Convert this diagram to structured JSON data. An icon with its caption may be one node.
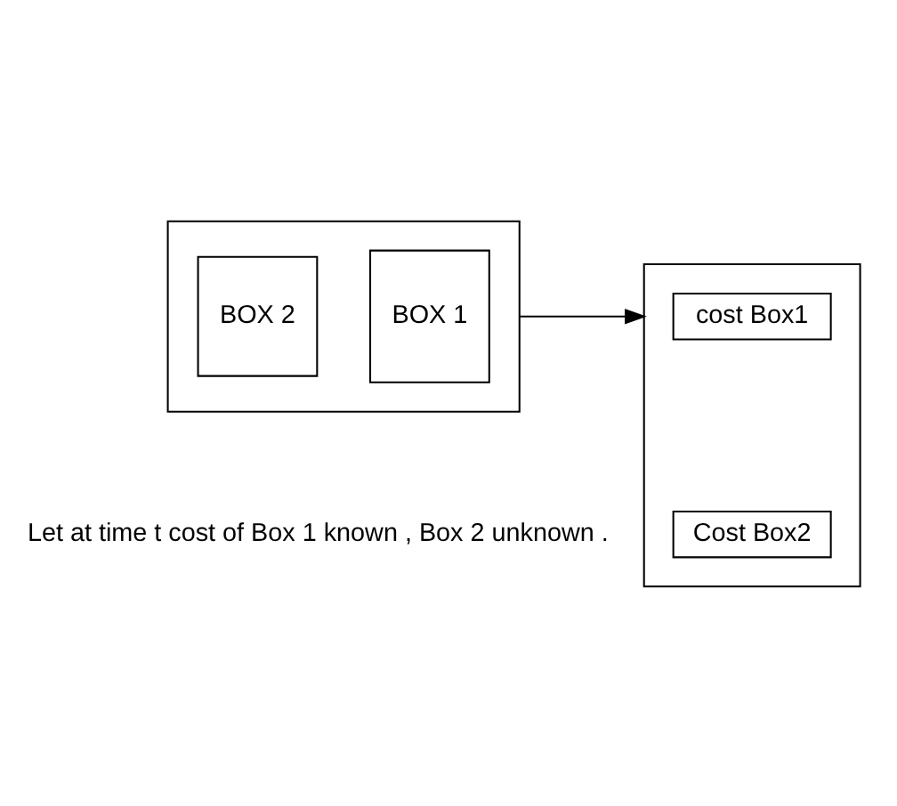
{
  "diagram": {
    "nodes": [
      {
        "text": [],
        "shape": "box"
      },
      {
        "text": [
          "BOX 1"
        ],
        "in": 0
      },
      {
        "text": [
          "BOX 2"
        ],
        "in": 0
      },
      {
        "text": [],
        "shape": "box"
      },
      {
        "text": [
          "cost Box1"
        ],
        "in": 3
      },
      {
        "text": [
          "Cost Box2"
        ],
        "in": 3
      }
    ],
    "edges": [
      {
        "from": 0,
        "to": 3,
        "arrow": "to"
      }
    ],
    "labels": [
      "Let at time t cost of Box 1 known , Box 2 unknown ."
    ]
  }
}
